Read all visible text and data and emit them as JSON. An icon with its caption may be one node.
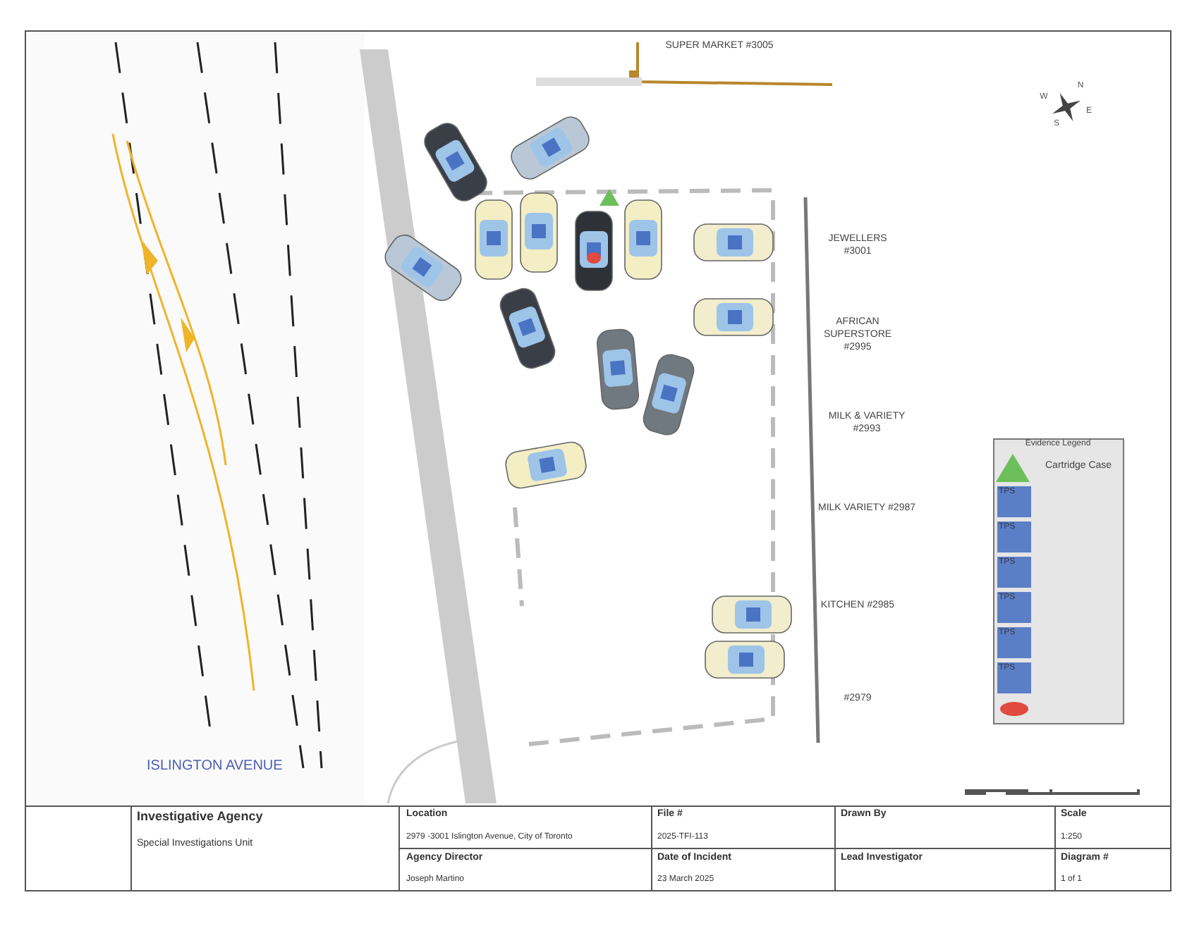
{
  "diagram": {
    "labels": [
      "SUPER MARKET #3005",
      "N",
      "W",
      "E",
      "S",
      "JEWELLERS #3001",
      "AFRICAN SUPERSTORE #2995",
      "MILK & VARIETY #2993",
      "MILK VARIETY #2987",
      "KITCHEN #2985",
      "#2979",
      "Evidence Legend",
      "TPS",
      "TPS",
      "TPS",
      "TPS",
      "TPS",
      "TPS",
      "ISLINGTON AVENUE",
      "Investigative Agency",
      "Special Investigations Unit",
      "Location",
      "2979 -3001 Islington Avenue, City of Toronto",
      "File #",
      "2025-TFI-113",
      "Drawn By",
      "Scale",
      "1:250",
      "Agency Director",
      "Joseph Martino",
      "Date of Incident",
      "23 March 2025",
      "Lead Investigator",
      "Diagram #",
      "1 of 1"
    ],
    "legend": [
      {
        "text": "Cartridge Case"
      }
    ]
  }
}
